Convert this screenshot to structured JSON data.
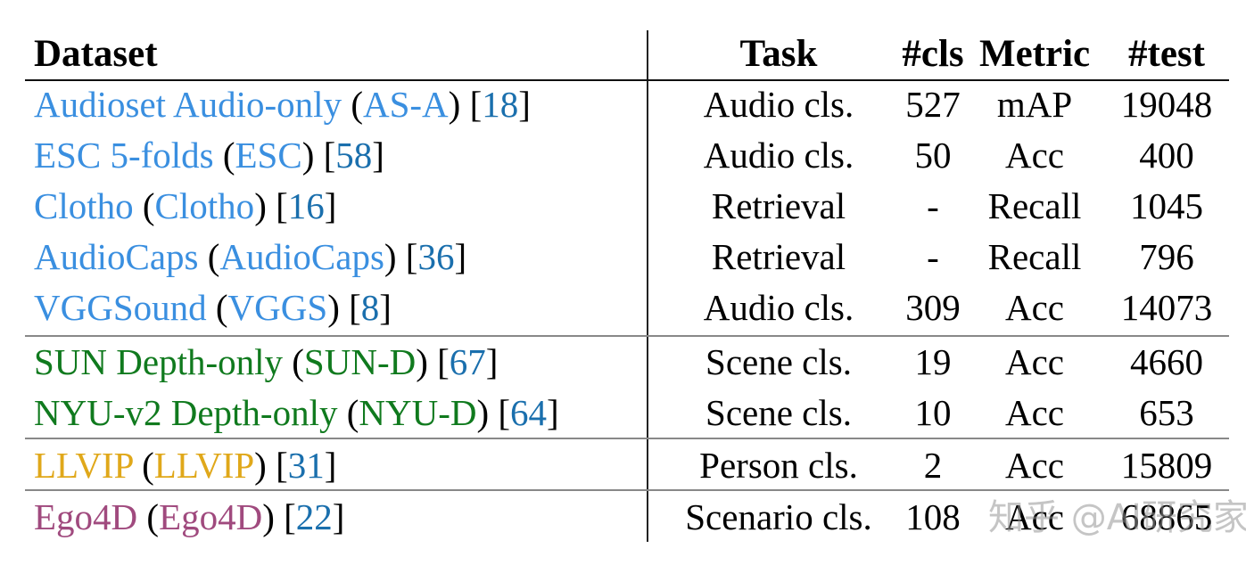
{
  "colors": {
    "audio": "#3a8fe0",
    "depth": "#107a1e",
    "thermal": "#e0a81a",
    "imu": "#a04a7e",
    "ref": "#1a6fad"
  },
  "header": {
    "dataset": "Dataset",
    "task": "Task",
    "cls": "#cls",
    "metric": "Metric",
    "test": "#test"
  },
  "rows": [
    {
      "name": "Audioset Audio-only",
      "abbr": "AS-A",
      "ref": "18",
      "group": "audio",
      "task": "Audio cls.",
      "cls": "527",
      "metric": "mAP",
      "test": "19048"
    },
    {
      "name": "ESC 5-folds",
      "abbr": "ESC",
      "ref": "58",
      "group": "audio",
      "task": "Audio cls.",
      "cls": "50",
      "metric": "Acc",
      "test": "400"
    },
    {
      "name": "Clotho",
      "abbr": "Clotho",
      "ref": "16",
      "group": "audio",
      "task": "Retrieval",
      "cls": "-",
      "metric": "Recall",
      "test": "1045"
    },
    {
      "name": "AudioCaps",
      "abbr": "AudioCaps",
      "ref": "36",
      "group": "audio",
      "task": "Retrieval",
      "cls": "-",
      "metric": "Recall",
      "test": "796"
    },
    {
      "name": "VGGSound",
      "abbr": "VGGS",
      "ref": "8",
      "group": "audio",
      "task": "Audio cls.",
      "cls": "309",
      "metric": "Acc",
      "test": "14073"
    },
    {
      "name": "SUN Depth-only",
      "abbr": "SUN-D",
      "ref": "67",
      "group": "depth",
      "task": "Scene cls.",
      "cls": "19",
      "metric": "Acc",
      "test": "4660"
    },
    {
      "name": "NYU-v2 Depth-only",
      "abbr": "NYU-D",
      "ref": "64",
      "group": "depth",
      "task": "Scene cls.",
      "cls": "10",
      "metric": "Acc",
      "test": "653"
    },
    {
      "name": "LLVIP",
      "abbr": "LLVIP",
      "ref": "31",
      "group": "thermal",
      "task": "Person cls.",
      "cls": "2",
      "metric": "Acc",
      "test": "15809"
    },
    {
      "name": "Ego4D",
      "abbr": "Ego4D",
      "ref": "22",
      "group": "imu",
      "task": "Scenario cls.",
      "cls": "108",
      "metric": "Acc",
      "test": "68865"
    }
  ],
  "watermark": "知乎 @AI研究家"
}
